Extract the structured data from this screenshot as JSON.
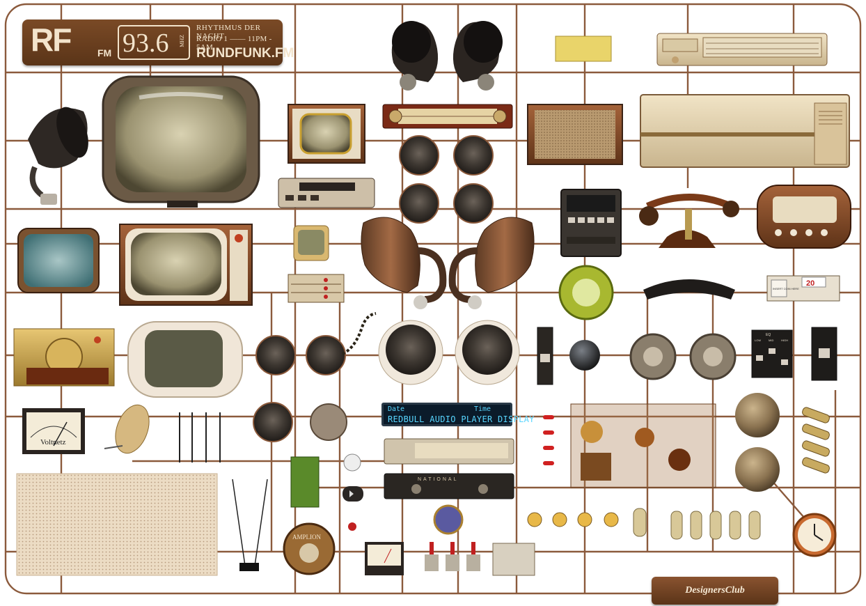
{
  "logo": {
    "brand": "RF",
    "brand_suffix": "FM",
    "frequency": "93.6",
    "unit": "MHZ",
    "line1": "RHYTHMUS DER NACHT",
    "line2": "RADIO 1 —— 11PM - 5AM",
    "website": "RUNDFUNK.FM"
  },
  "lcd": {
    "label_left": "Date",
    "label_right": "Time",
    "text": "REDBULL AUDIO PLAYER DISPLAY"
  },
  "voltmeter": {
    "label": "Voltnetz"
  },
  "amplion": {
    "label": "AMPLION"
  },
  "radio": {
    "label": "NATIONAL"
  },
  "coin_box": {
    "number": "20",
    "label": "INSERT COIN HERE"
  },
  "eq_panel": {
    "label": "EQ",
    "channels": [
      "LOW",
      "MID",
      "HIGH"
    ]
  },
  "footer_badge": {
    "text": "DesignersClub"
  },
  "colors": {
    "sprue": "#8b5a3c",
    "brand": "#6b3f20",
    "lcd_text": "#58d6ff"
  }
}
